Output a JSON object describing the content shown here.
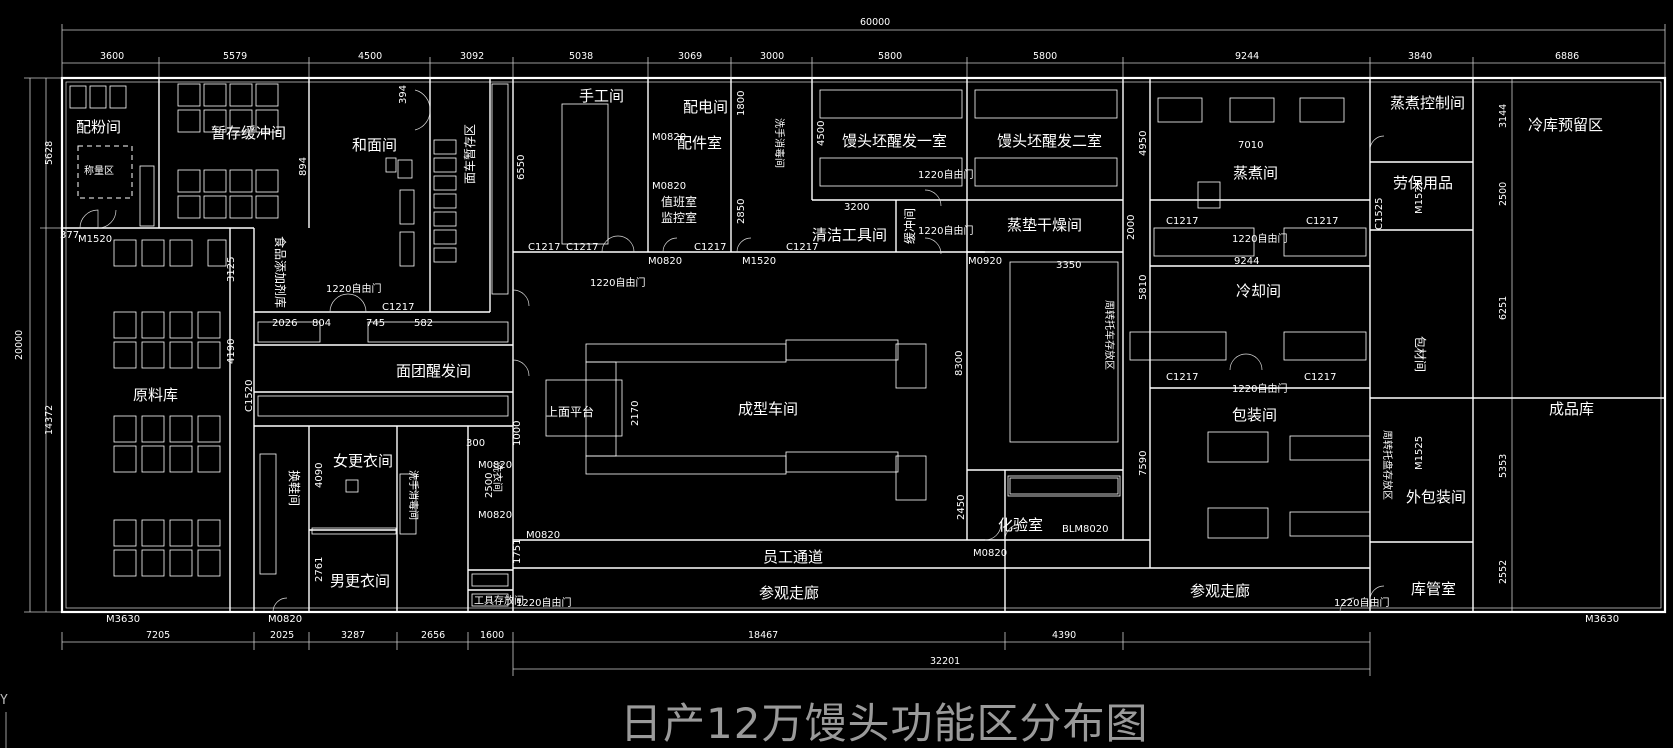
{
  "title": "日产12万馒头功能区分布图",
  "axis": {
    "y_label": "Y"
  },
  "dims": {
    "overall_width": "60000",
    "overall_height": "20000",
    "left_5628": "5628",
    "left_14372": "14372",
    "top": [
      "3600",
      "5579",
      "4500",
      "3092",
      "5038",
      "3069",
      "3000",
      "5800",
      "5800",
      "9244",
      "3840",
      "6886"
    ],
    "bottom": [
      "7205",
      "2025",
      "3287",
      "2656",
      "1600",
      "18467",
      "4390"
    ],
    "bottom_total": "32201",
    "right": [
      "3144",
      "2500",
      "6251",
      "5353",
      "2552"
    ]
  },
  "rooms": {
    "peifen": "配粉间",
    "zancun": "暂存缓冲间",
    "hemian": "和面间",
    "shougong": "手工间",
    "peidian": "配电间",
    "peijian": "配件室",
    "zhiban": "值班室",
    "jiankong": "监控室",
    "xing1": "馒头坯醒发一室",
    "xing2": "馒头坯醒发二室",
    "qingjie": "清洁工具间",
    "huanchong": "缓冲间",
    "zhengzhu_ctrl": "蒸煮控制间",
    "lengku_yuliu": "冷库预留区",
    "laobao": "劳保用品",
    "zhengzhu": "蒸煮间",
    "zhengdian": "蒸垫干燥间",
    "lengque": "冷却间",
    "shipin": "食品添加剂库",
    "yuanliao": "原料库",
    "miantuan": "面团醒发间",
    "chengxing": "成型车间",
    "shangmian": "上面平台",
    "baozhuang": "包装间",
    "waibao": "外包装间",
    "chengpin": "成品库",
    "baozhuang_cai": "包材间",
    "huayan": "化验室",
    "nvgeng": "女更衣间",
    "nangeng": "男更衣间",
    "huanxie": "换鞋间",
    "yuangong": "员工通道",
    "canguan1": "参观走廊",
    "canguan2": "参观走廊",
    "kuguan": "库管室",
    "chengliang": "称量区",
    "mianche": "面车暂存区",
    "shouxiao": "洗手消毒间",
    "xishou": "洗手消毒间",
    "xiyi": "洗衣间",
    "tuoche": "周转托车存放区",
    "tuoche2": "周转托盘存放区",
    "gongju": "工具存放间"
  },
  "doors": {
    "M1520": "M1520",
    "M3630_l": "M3630",
    "M3630_r": "M3630",
    "M0820": "M0820",
    "M0920": "M0920",
    "C1217": "C1217",
    "C1520": "C1520",
    "C1525": "C1525",
    "M1525": "M1525",
    "BLM8020": "BLM8020",
    "d1220": "1220自由门",
    "d7010": "7010",
    "d9244": "9244",
    "d3200": "3200",
    "d2170": "2170",
    "d8300": "8300",
    "d5810": "5810",
    "d4950": "4950",
    "d2000": "2000",
    "d7590": "7590",
    "d2450": "2450",
    "d6550": "6550",
    "d2850": "2850",
    "d1800": "1800",
    "d4500": "4500",
    "d2026": "2026",
    "d804": "804",
    "d745": "745",
    "d582": "582",
    "d4090": "4090",
    "d2761": "2761",
    "d2500": "2500",
    "d1751": "1751",
    "d1000": "1000",
    "d300": "300",
    "d394": "394",
    "d3125": "3125",
    "d4190": "4190",
    "d894": "894",
    "d377": "377",
    "d3350": "3350"
  }
}
